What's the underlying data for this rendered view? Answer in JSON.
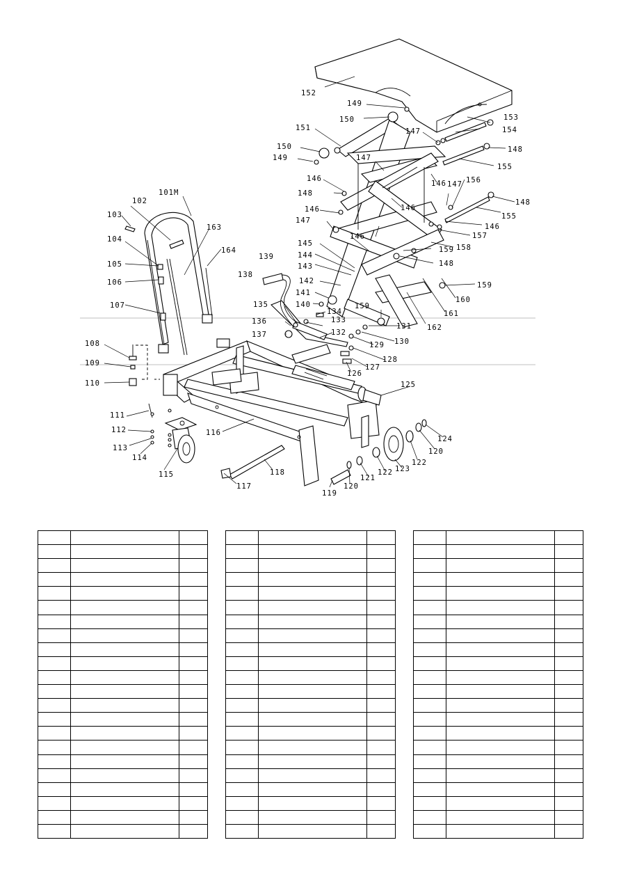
{
  "diagram": {
    "labels": [
      "101M",
      "102",
      "103",
      "104",
      "105",
      "106",
      "107",
      "108",
      "109",
      "110",
      "111",
      "112",
      "113",
      "114",
      "115",
      "116",
      "117",
      "118",
      "119",
      "120",
      "120",
      "121",
      "122",
      "122",
      "123",
      "124",
      "125",
      "126",
      "127",
      "128",
      "129",
      "130",
      "131",
      "132",
      "133",
      "134",
      "135",
      "136",
      "137",
      "138",
      "139",
      "140",
      "141",
      "142",
      "143",
      "144",
      "145",
      "146",
      "146",
      "146",
      "146",
      "146",
      "146",
      "147",
      "147",
      "147",
      "147",
      "148",
      "148",
      "148",
      "148",
      "149",
      "149",
      "150",
      "150",
      "151",
      "152",
      "153",
      "154",
      "155",
      "155",
      "156",
      "157",
      "158",
      "159",
      "159",
      "159",
      "160",
      "161",
      "162",
      "163",
      "164"
    ]
  },
  "tables": {
    "rows_per_table": 22,
    "columns": 3,
    "cells": ""
  }
}
